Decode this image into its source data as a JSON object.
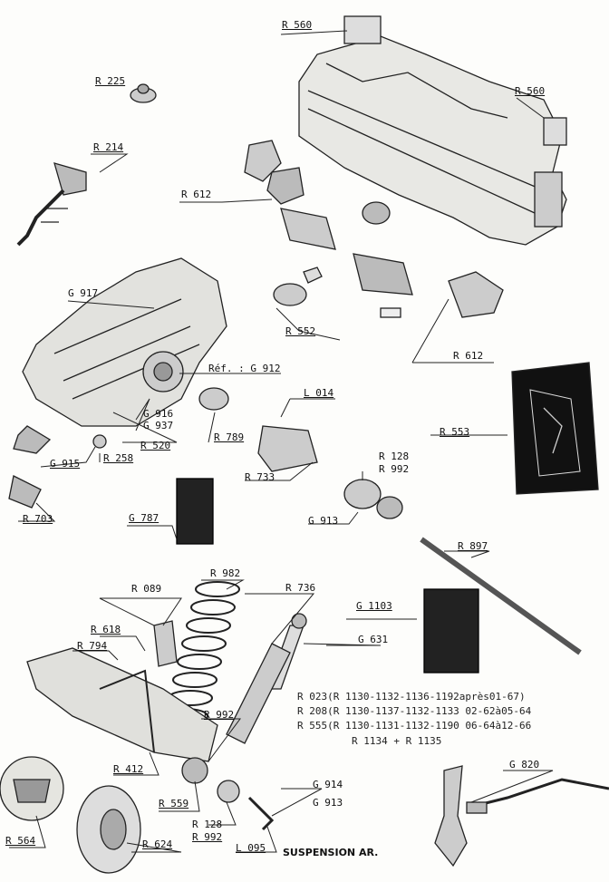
{
  "labels": {
    "r560_top": "R 560",
    "r225": "R 225",
    "r560_right": "R 560",
    "r214": "R 214",
    "r612_mid": "R 612",
    "g917": "G 917",
    "r552": "R 552",
    "r612_right": "R 612",
    "ref_g912": "Réf. : G 912",
    "l014": "L 014",
    "g916": "G  916",
    "g937": "G  937",
    "r789": "R  789",
    "r520": "R  520",
    "r258": "R  258",
    "r553": "R  553",
    "g915": "G  915",
    "r733": "R 733",
    "r128_top": "R  128",
    "r992_top": "R 992",
    "r703": "R  703",
    "g787": "G  787",
    "g913_mid": "G 913",
    "r897": "R  897",
    "r982": "R 982",
    "r089": "R 089",
    "r736": "R 736",
    "g1103": "G  1103",
    "r618": "R 618",
    "r794": "R  794",
    "g631": "G 631",
    "r992_low": "R  992",
    "r412": "R  412",
    "g820": "G 820",
    "g914": "G 914",
    "g913_low": "G  913",
    "r559": "R  559",
    "r564": "R  564",
    "r624": "R  624",
    "r128_low": "R  128",
    "r992_bottom": "R  992",
    "l095": "L  095"
  },
  "notes": {
    "line1": "R  023(R  1130-1132-1136-1192après01-67)",
    "line2": "R  208(R  1130-1137-1132-1133  02-62à05-64",
    "line3": "R  555(R  1130-1131-1132-1190  06-64à12-66",
    "line4": "R  1134       +  R  1135"
  },
  "caption": "SUSPENSION AR."
}
